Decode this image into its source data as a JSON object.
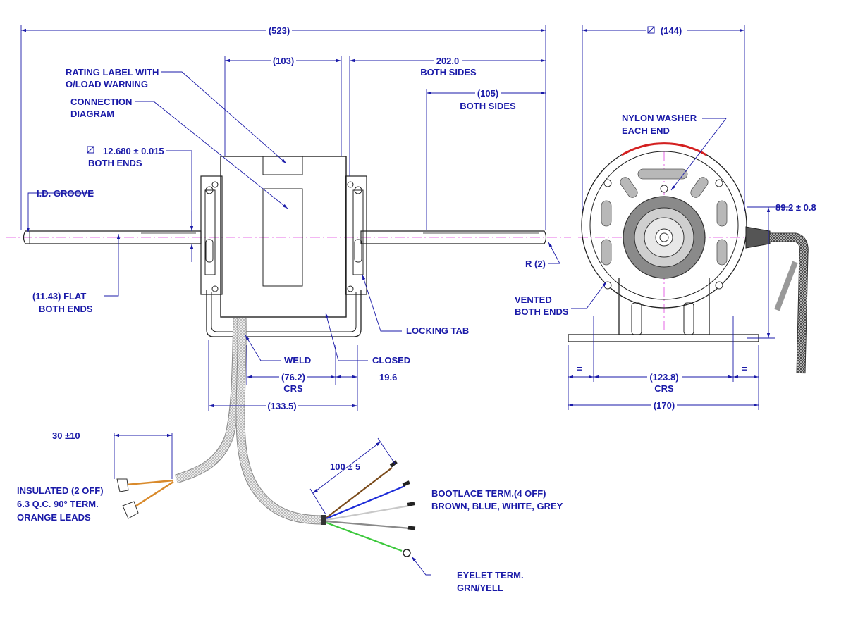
{
  "labels": {
    "overall_length": "(523)",
    "end_width": "(144)",
    "body_length": "(103)",
    "shaft_length": "202.0",
    "shaft_length_note": "BOTH SIDES",
    "flat_length": "(105)",
    "flat_length_note": "BOTH SIDES",
    "rating_label": "RATING LABEL WITH",
    "rating_label_2": "O/LOAD WARNING",
    "connection_diagram": "CONNECTION",
    "connection_diagram_2": "DIAGRAM",
    "shaft_dia": "12.680 ± 0.015",
    "shaft_dia_note": "BOTH ENDS",
    "id_groove": "I.D. GROOVE",
    "flat": "(11.43) FLAT",
    "flat_note": "BOTH ENDS",
    "radius": "R (2)",
    "nylon_washer": "NYLON WASHER",
    "nylon_washer_2": "EACH END",
    "height": "89.2 ± 0.8",
    "vented": "VENTED",
    "vented_2": "BOTH ENDS",
    "locking_tab": "LOCKING TAB",
    "weld": "WELD",
    "closed": "CLOSED",
    "crs_front": "(76.2)",
    "crs_front_note": "CRS",
    "offset": "19.6",
    "base_front": "(133.5)",
    "eq_left": "=",
    "crs_end": "(123.8)",
    "crs_end_note": "CRS",
    "eq_right": "=",
    "base_end": "(170)",
    "strip_length": "30 ±10",
    "insulated": "INSULATED (2 OFF)",
    "insulated_2": "6.3 Q.C. 90° TERM.",
    "insulated_3": "ORANGE LEADS",
    "lead_length": "100 ± 5",
    "bootlace": "BOOTLACE TERM.(4 OFF)",
    "bootlace_2": "BROWN, BLUE, WHITE, GREY",
    "eyelet": "EYELET TERM.",
    "eyelet_2": "GRN/YELL"
  },
  "colors": {
    "dimension": "#1a1aa8",
    "outline": "#222222",
    "centerline": "#e040e0",
    "band": "#d42020",
    "lead_orange": "#d98a2b",
    "lead_brown": "#7a4a1a",
    "lead_blue": "#1a2ad8",
    "lead_white": "#c8c8c8",
    "lead_grey": "#8a8a8a",
    "lead_green": "#3cc83c"
  },
  "icons": [
    "diameter-symbol"
  ]
}
